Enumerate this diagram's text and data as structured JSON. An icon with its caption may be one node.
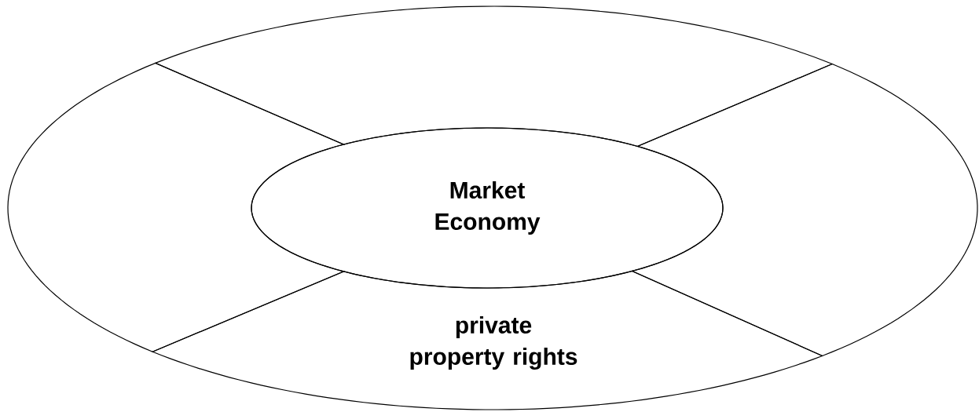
{
  "diagram": {
    "nodes": [
      {
        "text": [],
        "shape": "segment"
      },
      {
        "text": [],
        "shape": "segment"
      },
      {
        "text": [
          "Market Economy"
        ]
      },
      {
        "text": [],
        "shape": "segment"
      },
      {
        "text": [
          "private property rights"
        ]
      }
    ]
  }
}
